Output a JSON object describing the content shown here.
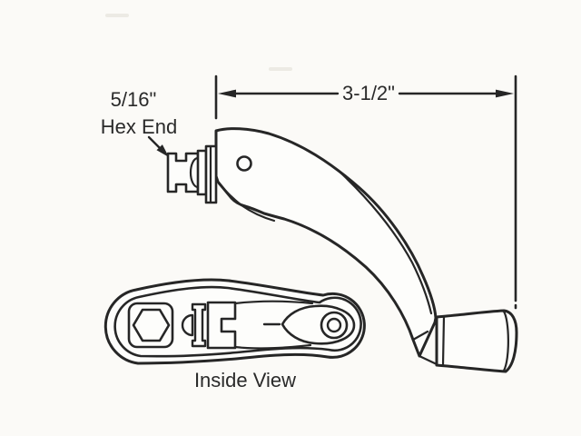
{
  "diagram": {
    "type": "technical-line-drawing",
    "subject": "window crank handle, side view and inside view",
    "background_color": "#fbfaf7",
    "ink_color": "#262626",
    "labels": {
      "hex_size": "5/16\"",
      "hex_end": "Hex End",
      "dimension": "3-1/2\"",
      "inside_view": "Inside View"
    }
  }
}
